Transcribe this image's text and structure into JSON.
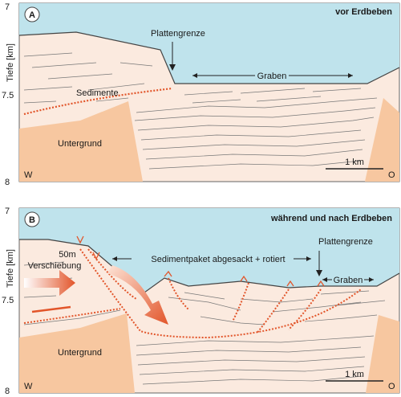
{
  "axis": {
    "label": "Tiefe [km]",
    "ticks_top": [
      "7",
      "7.5",
      "8"
    ],
    "ticks_bottom": [
      "7",
      "7.5",
      "8"
    ]
  },
  "panel_a": {
    "badge": "A",
    "title": "vor Erdbeben",
    "plattengrenze": "Plattengrenze",
    "graben": "Graben",
    "sedimente": "Sedimente",
    "untergrund": "Untergrund",
    "west": "W",
    "east": "O",
    "scale": "1 km"
  },
  "panel_b": {
    "badge": "B",
    "title": "während und nach Erdbeben",
    "verschiebung_1": "50m",
    "verschiebung_2": "Verschiebung",
    "sedimentpaket": "Sedimentpaket abgesackt + rotiert",
    "plattengrenze": "Plattengrenze",
    "graben": "Graben",
    "untergrund": "Untergrund",
    "west": "W",
    "east": "O",
    "scale": "1 km"
  },
  "colors": {
    "sea": "#bfe3ec",
    "sediment": "#fbeadf",
    "basement": "#f7c7a0",
    "fault": "#e2552a",
    "line": "#555555"
  }
}
